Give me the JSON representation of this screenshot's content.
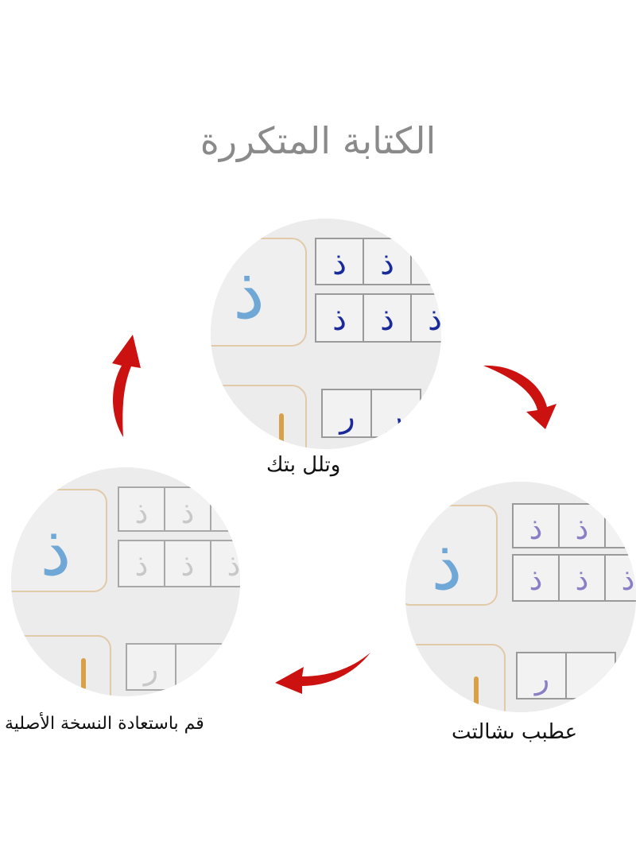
{
  "title": "الكتابة المتكررة",
  "steps": {
    "top": {
      "caption": "وتلل بتك"
    },
    "right": {
      "caption": "عطبب ىشالتت"
    },
    "left": {
      "caption": "قم باستعادة النسخة الأصلية"
    }
  },
  "letters": {
    "main": "ذ",
    "secondary": "ر"
  },
  "colors": {
    "arrow": "#cc1111",
    "ink_dark": "#1a2a9a",
    "ink_fading": "#8a7fc4",
    "ink_faded": "#c8c8c8",
    "large_letter": "#6fa7d6",
    "orange_mark": "#d9a04a"
  },
  "icons": [
    "red-curved-arrow-icon"
  ]
}
